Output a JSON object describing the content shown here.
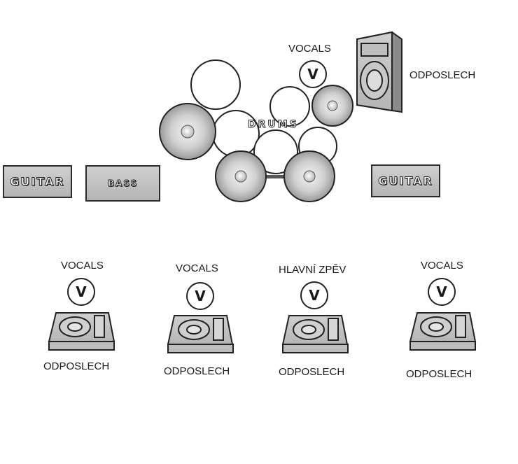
{
  "stage": {
    "drums": {
      "label": "DRUMS"
    },
    "drum_vocal": {
      "label": "VOCALS",
      "icon": "microphone-v-icon",
      "mic_letter": "V"
    },
    "sidefill": {
      "label": "ODPOSLECH",
      "icon": "speaker-cabinet-icon"
    },
    "amps": {
      "guitar_left": "GUITAR",
      "bass": "BASS",
      "guitar_right": "GUITAR"
    },
    "front_line": [
      {
        "vocal_label": "VOCALS",
        "monitor_label": "ODPOSLECH",
        "mic_letter": "V"
      },
      {
        "vocal_label": "VOCALS",
        "monitor_label": "ODPOSLECH",
        "mic_letter": "V"
      },
      {
        "vocal_label": "HLAVNÍ ZPĚV",
        "monitor_label": "ODPOSLECH",
        "mic_letter": "V"
      },
      {
        "vocal_label": "VOCALS",
        "monitor_label": "ODPOSLECH",
        "mic_letter": "V"
      }
    ]
  }
}
